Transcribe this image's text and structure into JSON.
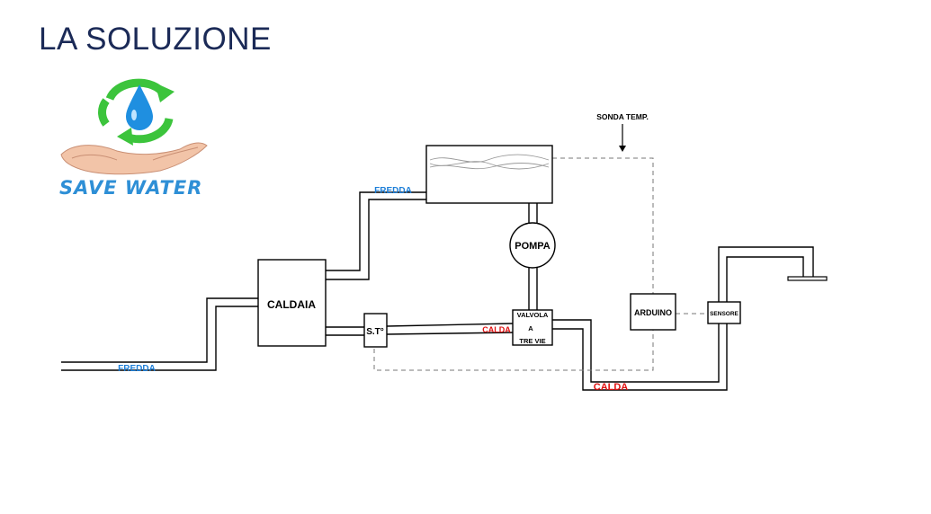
{
  "slide": {
    "title": "LA SOLUZIONE"
  },
  "logo": {
    "text": "SAVE WATER",
    "text_color": "#2e8fd6",
    "arrow_color": "#3cc43c",
    "drop_color": "#1f8fe0"
  },
  "diagram": {
    "boiler": "CALDAIA",
    "pump": "POMPA",
    "valve_line1": "VALVOLA",
    "valve_line2": "A",
    "valve_line3": "TRE VIE",
    "temp_switch": "S.T°",
    "controller": "ARDUINO",
    "sensor": "SENSORE",
    "probe": "SONDA TEMP.",
    "cold_in": "FREDDA",
    "cold_tank": "FREDDA",
    "hot_valve": "CALDA",
    "hot_out": "CALDA",
    "cold_color": "#1e7fd8",
    "hot_color": "#e01010"
  }
}
